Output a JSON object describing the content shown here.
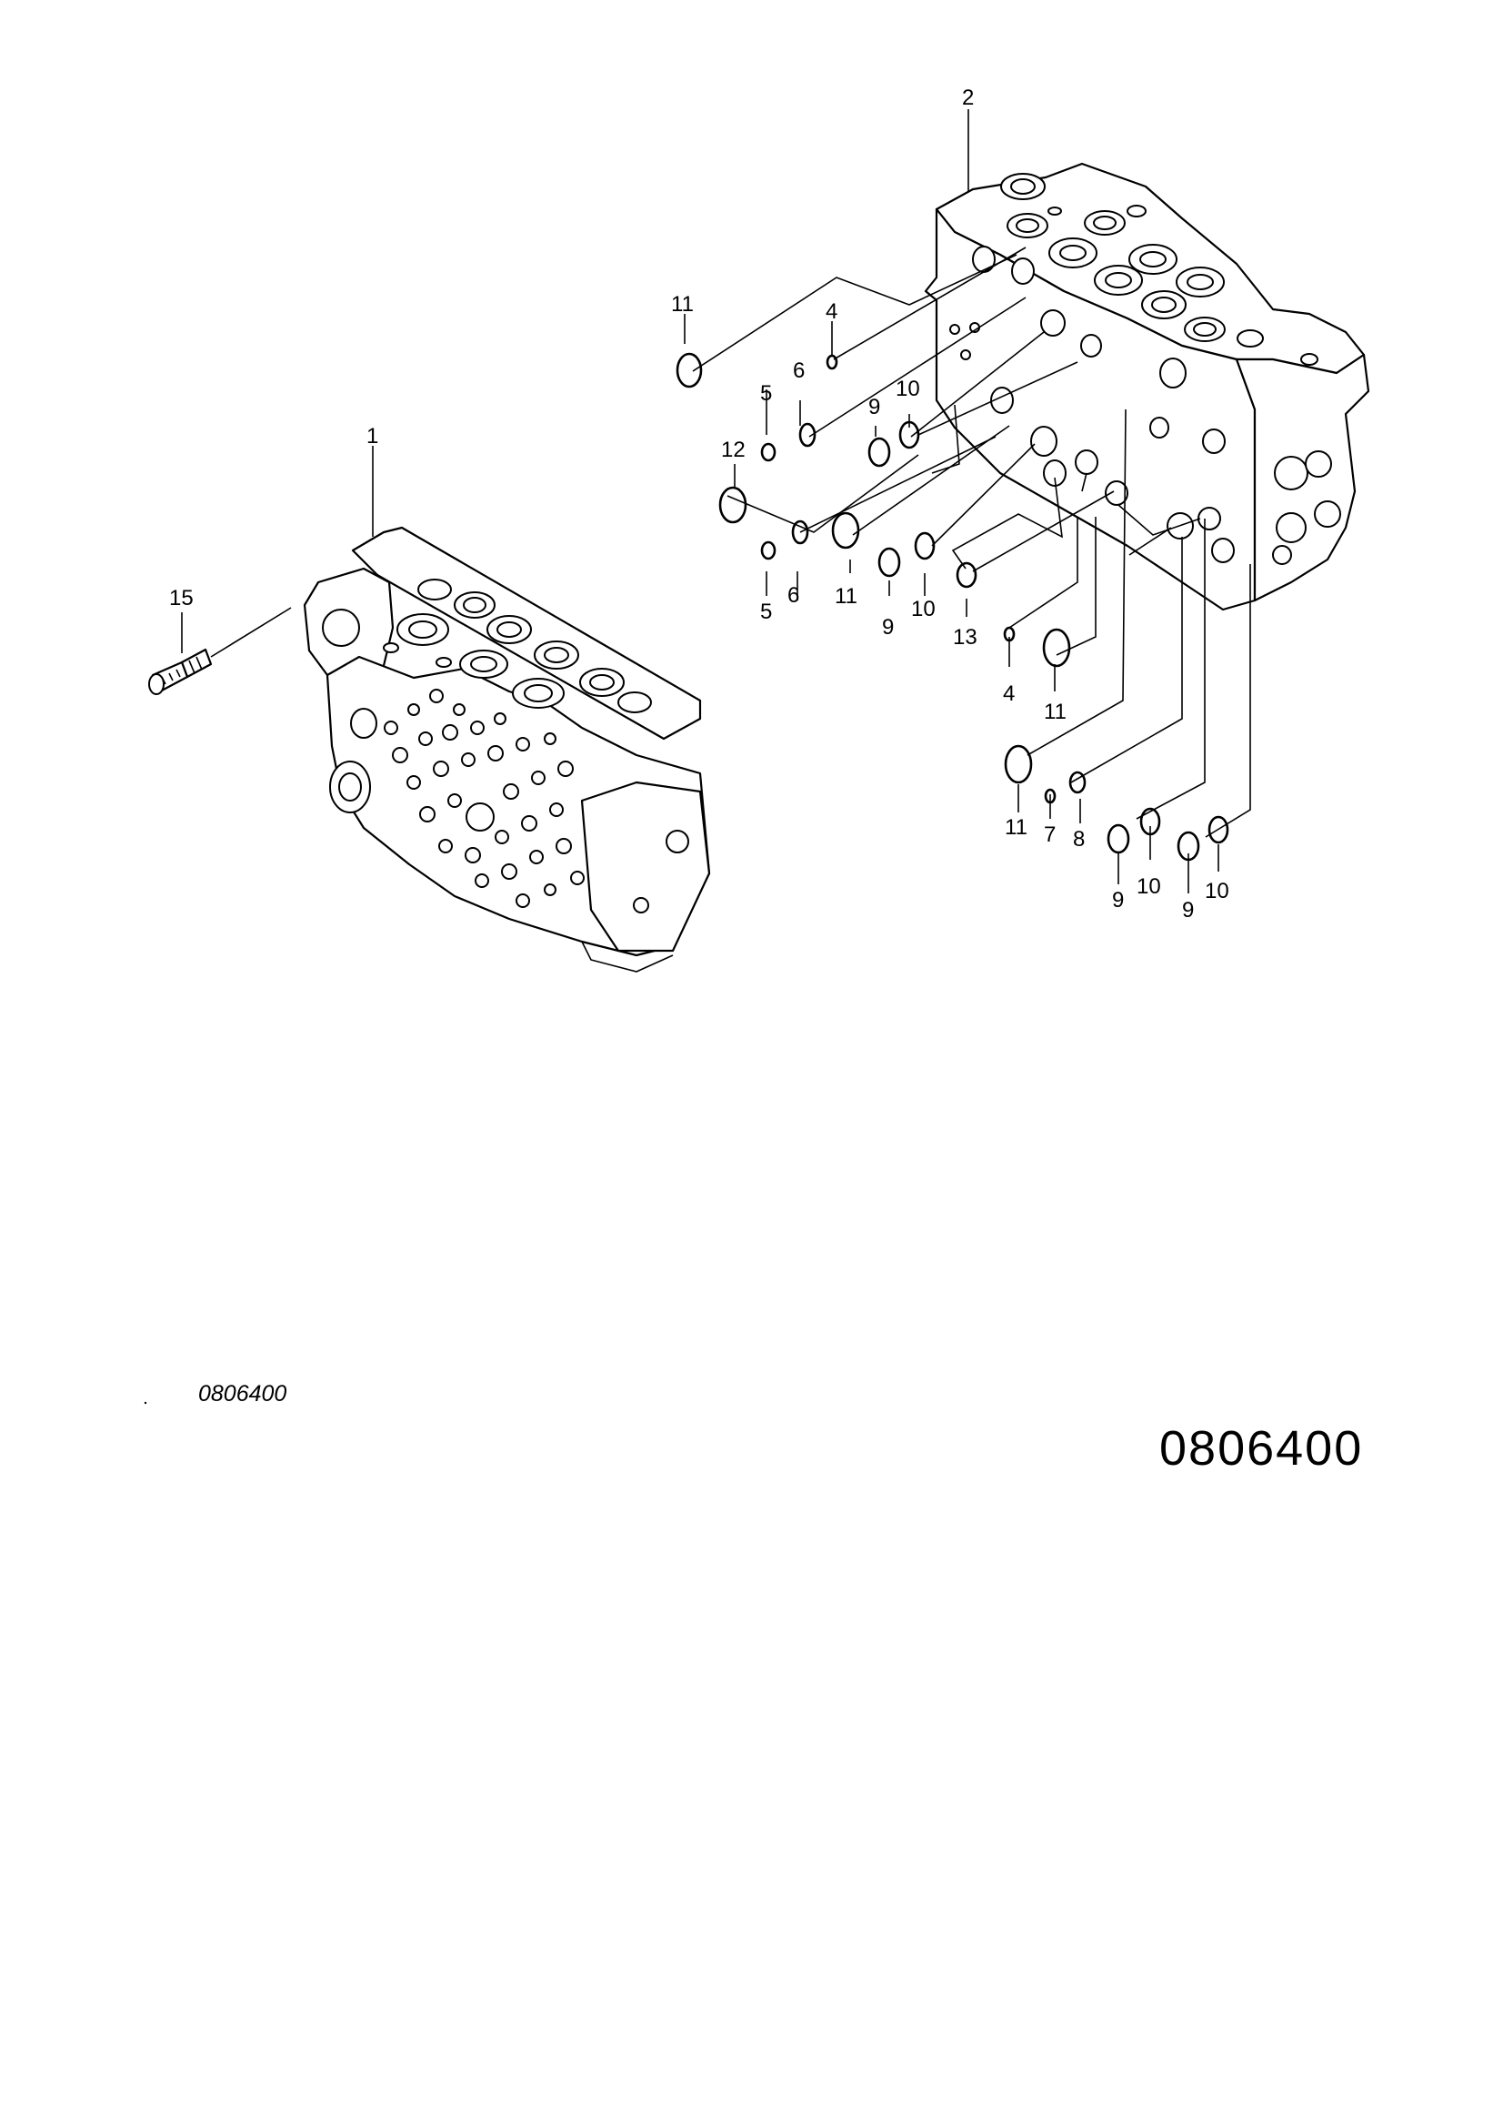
{
  "diagram_code_small": "0806400",
  "diagram_code_large": "0806400",
  "callouts": {
    "c1": "1",
    "c2": "2",
    "c4a": "4",
    "c4b": "4",
    "c5a": "5",
    "c5b": "5",
    "c6a": "6",
    "c6b": "6",
    "c7": "7",
    "c8": "8",
    "c9a": "9",
    "c9b": "9",
    "c9c": "9",
    "c9d": "9",
    "c10a": "10",
    "c10b": "10",
    "c10c": "10",
    "c10d": "10",
    "c11a": "11",
    "c11b": "11",
    "c11c": "11",
    "c11d": "11",
    "c12": "12",
    "c13": "13",
    "c15": "15"
  }
}
